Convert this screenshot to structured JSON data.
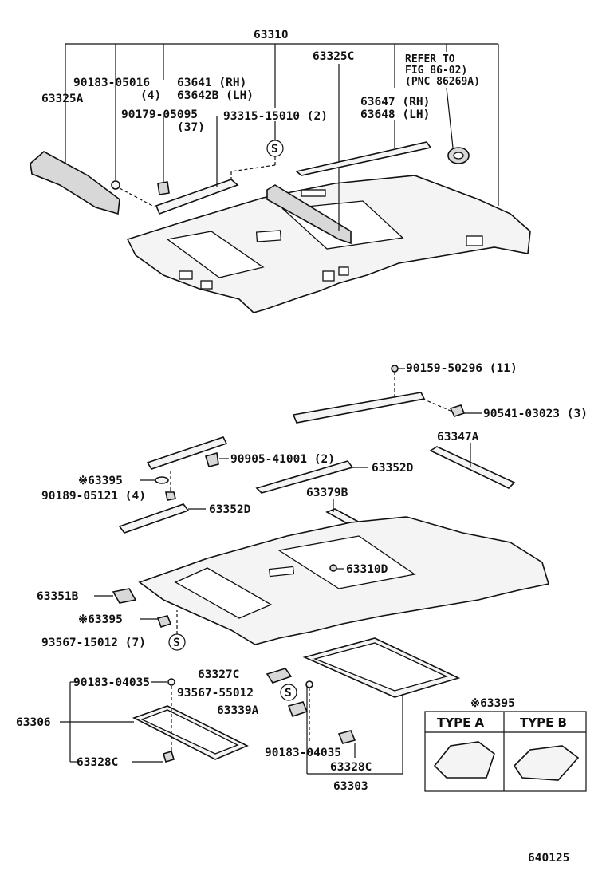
{
  "labels": {
    "l_63310": "63310",
    "l_63325C": "63325C",
    "l_refer1": "REFER TO",
    "l_refer2": "FIG 86-02)",
    "l_refer3": "(PNC 86269A)",
    "l_90183_05016": "90183-05016",
    "l_90183_05016_q": "(4)",
    "l_63325A": "63325A",
    "l_63641": "63641  (RH)",
    "l_63642B": "63642B (LH)",
    "l_63647": "63647 (RH)",
    "l_63648": "63648 (LH)",
    "l_90179": "90179-05095",
    "l_90179_q": "(37)",
    "l_93315": "93315-15010 (2)",
    "l_S1": "S",
    "l_90159": "90159-50296 (11)",
    "l_90541": "90541-03023 (3)",
    "l_90905": "90905-41001 (2)",
    "l_63347A": "63347A",
    "l_63395a": "※63395",
    "l_63352D_top": "63352D",
    "l_90189": "90189-05121 (4)",
    "l_63352D_mid": "63352D",
    "l_63379B": "63379B",
    "l_63310D": "63310D",
    "l_63351B": "63351B",
    "l_63395b": "※63395",
    "l_93567_15012": "93567-15012 (7)",
    "l_S2": "S",
    "l_63327C": "63327C",
    "l_90183_04035_a": "90183-04035",
    "l_93567_55012": "93567-55012",
    "l_S3": "S",
    "l_63339A": "63339A",
    "l_63306": "63306",
    "l_63328C_a": "63328C",
    "l_90183_04035_b": "90183-04035",
    "l_63328C_b": "63328C",
    "l_63303": "63303",
    "l_63395_box": "※63395",
    "l_typeA": "TYPE  A",
    "l_typeB": "TYPE  B",
    "l_code": "640125"
  }
}
